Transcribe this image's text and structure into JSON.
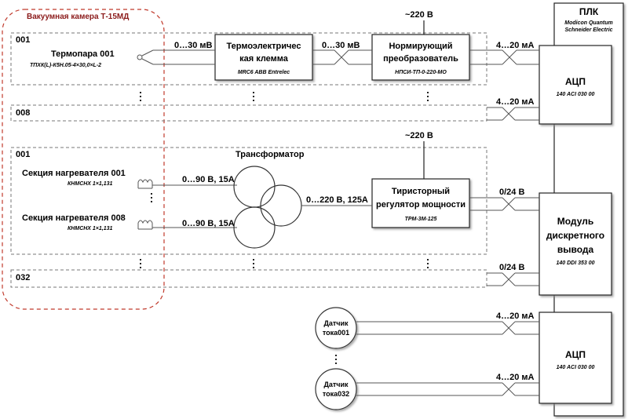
{
  "chamber_label": "Вакуумная камера Т-15МД",
  "plc": {
    "title": "ПЛК",
    "model_line1": "Modicon Quantum",
    "model_line2": "Schneider Electric"
  },
  "adc1": {
    "title": "АЦП",
    "model": "140 ACI 030 00"
  },
  "adc2": {
    "title": "АЦП",
    "model": "140 ACI 030 00"
  },
  "dout": {
    "line1": "Модуль",
    "line2": "дискретного",
    "line3": "вывода",
    "model": "140 DDI 353 00"
  },
  "channels": {
    "first": "001",
    "last_tc": "008",
    "first_heat": "001",
    "last_heat": "032"
  },
  "thermocouple": {
    "name": "Термопара 001",
    "model": "ТПХК(L)-К5Н.05-4×30,0×L-2"
  },
  "terminal": {
    "line1": "Термоэлектричес",
    "line2": "кая клемма",
    "model": "MRC6 ABB Entrelec"
  },
  "normalizer": {
    "line1": "Нормирующий",
    "line2": "преобразователь",
    "model": "НПСИ-ТП-0-220-МО"
  },
  "supply": {
    "top": "~220 В",
    "mid": "~220 В"
  },
  "signals": {
    "mv1": "0…30 мВ",
    "mv2": "0…30 мВ",
    "ma1": "4…20 мА",
    "ma2": "4…20 мА",
    "ma3": "4…20 мА",
    "ma4": "4…20 мА",
    "v24a": "0/24 В",
    "v24b": "0/24 В",
    "sec1": "0…90 В, 15А",
    "sec2": "0…90 В, 15А",
    "out220": "0…220 В, 125А"
  },
  "transformer": "Трансформатор",
  "heater1": {
    "name": "Секция нагревателя 001",
    "model": "КНМСНХ 1×1,131"
  },
  "heater2": {
    "name": "Секция нагревателя 008",
    "model": "КНМСНХ 1×1,131"
  },
  "thyristor": {
    "line1": "Тиристорный",
    "line2": "регулятор мощности",
    "model": "ТРМ-3М-125"
  },
  "sensor1": {
    "line1": "Датчик",
    "line2": "тока001"
  },
  "sensor2": {
    "line1": "Датчик",
    "line2": "тока032"
  }
}
